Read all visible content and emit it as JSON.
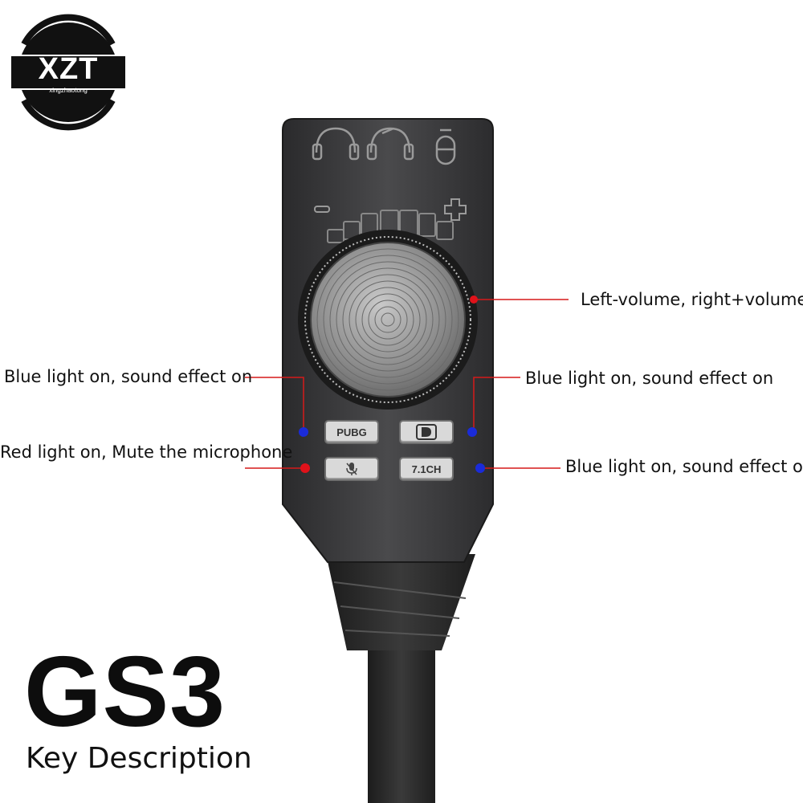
{
  "logo": {
    "brand": "XZT",
    "tagline": "xingzhaotong"
  },
  "device": {
    "buttons": {
      "pubg": "PUBG",
      "surround": "7.1CH"
    }
  },
  "callouts": {
    "volume": "Left-volume, right+volume",
    "left_sound_effect": "Blue light on, sound effect on",
    "mute_mic": "Red light on, Mute the microphone",
    "right_sound_effect_top": "Blue light on, sound effect on",
    "right_sound_effect_bottom": "Blue light on, sound effect on"
  },
  "product": {
    "model": "GS3",
    "subtitle": "Key Description"
  },
  "colors": {
    "indicator_blue": "#1a2bd9",
    "indicator_red": "#e0121a",
    "leader_line": "#d61a1a",
    "device_body": "#3c3c3e"
  }
}
